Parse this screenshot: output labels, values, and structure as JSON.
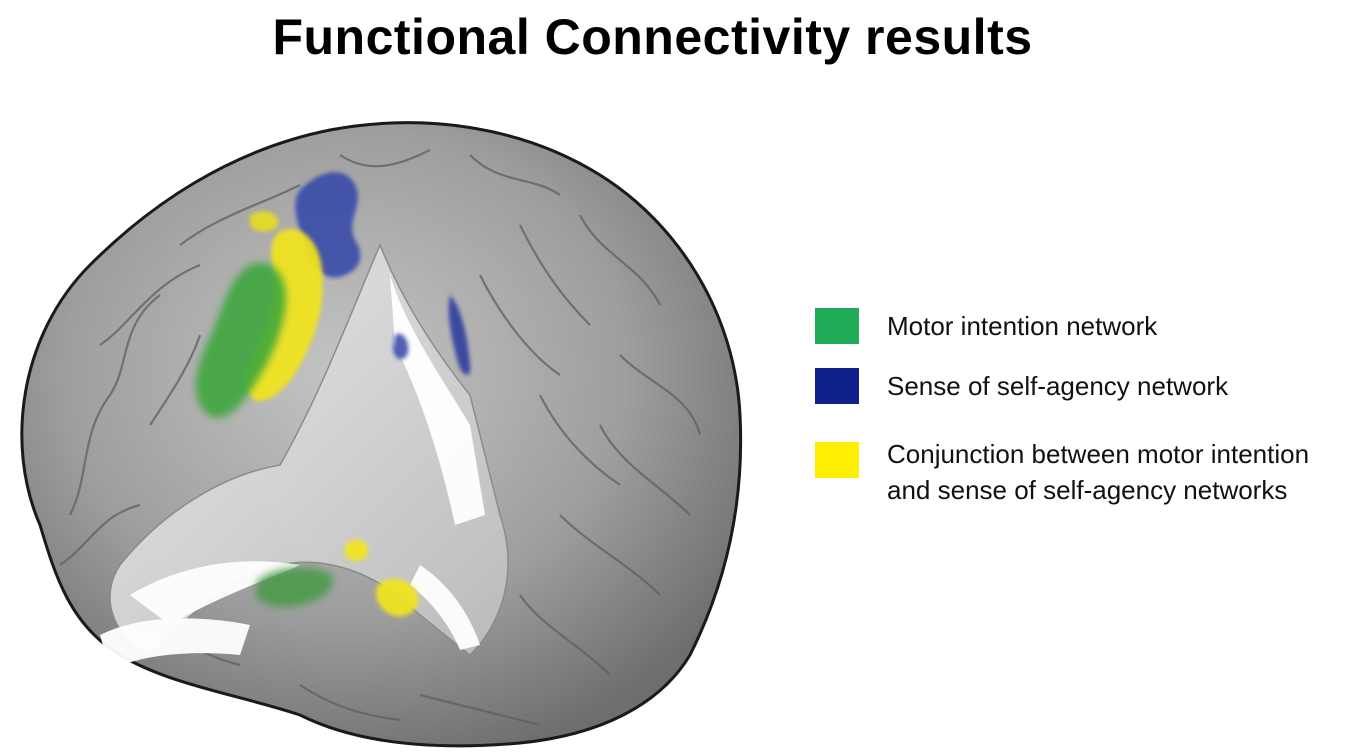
{
  "title": "Functional Connectivity results",
  "legend": [
    {
      "label": "Motor intention network",
      "color": "#1faa55"
    },
    {
      "label": "Sense of self-agency network",
      "color": "#0f1f8c"
    },
    {
      "label": "Conjunction between motor intention and sense of self-agency networks",
      "color": "#ffef00"
    }
  ],
  "image": {
    "description_icon": "brain-3d-render"
  }
}
